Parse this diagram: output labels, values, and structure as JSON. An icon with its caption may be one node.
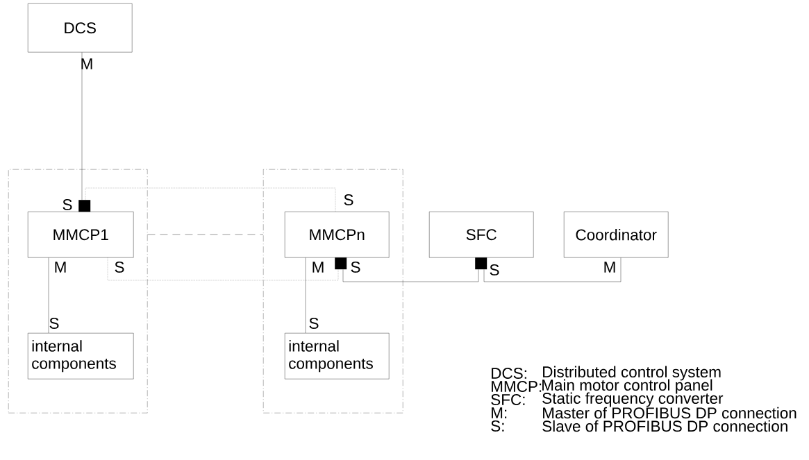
{
  "diagram": {
    "nodes": [
      {
        "text": [
          "DCS"
        ]
      },
      {
        "text": [],
        "shape": "box"
      },
      {
        "text": [
          "MMCP1"
        ],
        "in": 1
      },
      {
        "text": [
          "internal components"
        ],
        "in": 1
      },
      {
        "text": [],
        "shape": "box"
      },
      {
        "text": [
          "MMCPn"
        ],
        "in": 4
      },
      {
        "text": [
          "internal components"
        ],
        "in": 4
      },
      {
        "text": [
          "SFC"
        ]
      },
      {
        "text": [
          "Coordinator"
        ]
      },
      {
        "text": [],
        "shape": "square",
        "in": 1
      },
      {
        "text": [],
        "shape": "square",
        "in": 4
      },
      {
        "text": [],
        "shape": "square"
      }
    ],
    "edges": [
      {
        "from": 0,
        "to": 9,
        "arrow": "none"
      },
      {
        "from": 9,
        "to": 5,
        "arrow": "none",
        "style": "dashed"
      },
      {
        "from": 2,
        "to": 10,
        "arrow": "none",
        "style": "dashed"
      },
      {
        "from": 1,
        "to": 4,
        "arrow": "none",
        "style": "dashed"
      },
      {
        "from": 2,
        "to": 3,
        "arrow": "none"
      },
      {
        "from": 5,
        "to": 6,
        "arrow": "none"
      },
      {
        "from": 10,
        "to": 11,
        "arrow": "none"
      },
      {
        "from": 11,
        "to": 8,
        "arrow": "none"
      }
    ],
    "labels": [
      "M",
      "S",
      "S",
      "M",
      "S",
      "M",
      "S",
      "S",
      "M",
      "S",
      "S",
      "DCS:",
      "Distributed control system",
      "MMCP:",
      "Main motor control panel",
      "SFC:",
      "Static frequency converter",
      "M:",
      "Master of PROFIBUS DP connection",
      "S:",
      "Slave of PROFIBUS DP connection"
    ]
  }
}
